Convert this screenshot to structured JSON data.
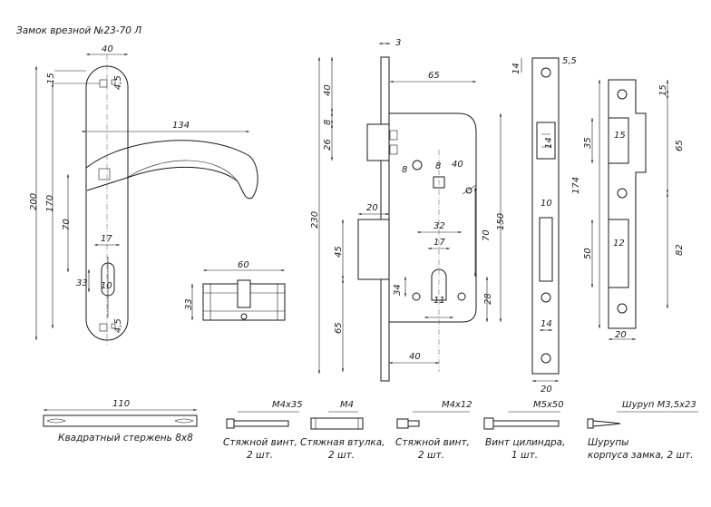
{
  "title": "Замок врезной №23-70 Л",
  "dims": {
    "handle_width": "40",
    "handle_top": "15",
    "handle_top_hole": "4,5",
    "handle_len": "134",
    "handle_height": "200",
    "handle_170": "170",
    "handle_70": "70",
    "handle_17": "17",
    "handle_33": "33",
    "handle_10": "10",
    "handle_bot_hole": "4,5",
    "cyl_len": "60",
    "cyl_h": "33",
    "face_thick": "3",
    "body_40": "40",
    "body_65": "65",
    "body_8": "8",
    "body_26": "26",
    "spindle_8a": "8",
    "spindle_8b": "8",
    "spindle_40": "40",
    "body_20": "20",
    "body_230": "230",
    "body_150": "150",
    "body_45": "45",
    "body_32": "32",
    "body_17": "17",
    "body_70": "70",
    "body_34": "34",
    "body_28": "28",
    "body_11": "11",
    "body_65b": "65",
    "body_40b": "40",
    "face_14top": "14",
    "face_55": "5,5",
    "face_14mid": "14",
    "face_10": "10",
    "face_14bot": "14",
    "face_20": "20",
    "strike_15top": "15",
    "strike_35": "35",
    "strike_15": "15",
    "strike_65": "65",
    "strike_174": "174",
    "strike_50": "50",
    "strike_12": "12",
    "strike_82": "82",
    "strike_20": "20"
  },
  "parts": [
    {
      "label": "110",
      "caption": "Квадратный стержень 8х8"
    },
    {
      "label": "М4х35",
      "caption1": "Стяжной винт,",
      "caption2": "2 шт."
    },
    {
      "label": "М4",
      "caption1": "Стяжная втулка,",
      "caption2": "2 шт."
    },
    {
      "label": "М4х12",
      "caption1": "Стяжной винт,",
      "caption2": "2 шт."
    },
    {
      "label": "М5х50",
      "caption1": "Винт цилиндра,",
      "caption2": "1 шт."
    },
    {
      "label": "Шуруп М3,5х23",
      "caption1": "Шурупы",
      "caption2": "корпуса замка, 2 шт."
    }
  ]
}
